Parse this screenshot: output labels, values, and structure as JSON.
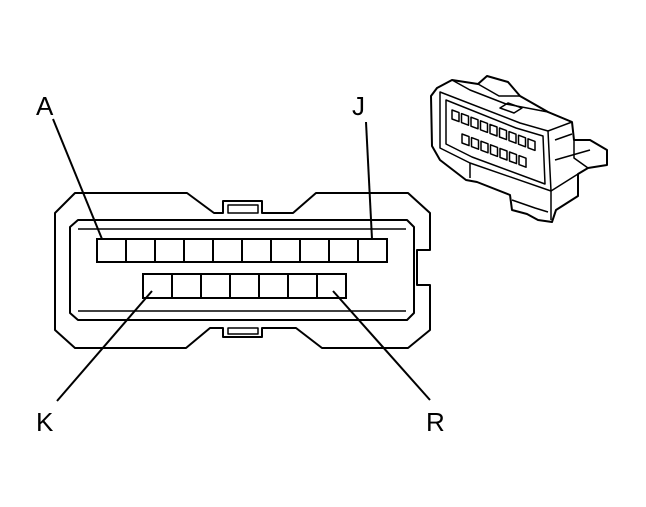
{
  "labels": {
    "top_left": "A",
    "top_right": "J",
    "bottom_left": "K",
    "bottom_right": "R"
  },
  "connector": {
    "row1_cavities": 10,
    "row2_cavities": 7,
    "iso_row1_cavities": 9,
    "iso_row2_cavities": 7
  }
}
